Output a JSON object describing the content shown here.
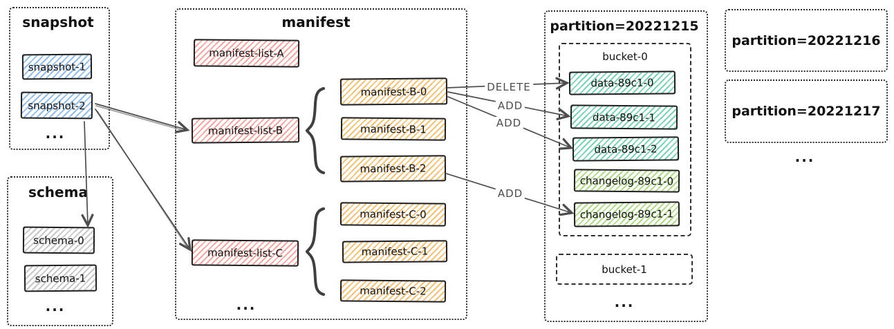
{
  "snapshot": {
    "title": "snapshot",
    "items": [
      "snapshot-1",
      "snapshot-2"
    ],
    "more": "..."
  },
  "schema": {
    "title": "schema",
    "items": [
      "schema-0",
      "schema-1"
    ],
    "more": "..."
  },
  "manifest": {
    "title": "manifest",
    "lists": [
      "manifest-list-A",
      "manifest-list-B",
      "manifest-list-C"
    ],
    "b_items": [
      "manifest-B-0",
      "manifest-B-1",
      "manifest-B-2"
    ],
    "c_items": [
      "manifest-C-0",
      "manifest-C-1",
      "manifest-C-2"
    ],
    "more": "..."
  },
  "partition15": {
    "title": "partition=20221215",
    "bucket0_title": "bucket-0",
    "data_files": [
      "data-89c1-0",
      "data-89c1-1",
      "data-89c1-2"
    ],
    "changelogs": [
      "changelog-89c1-0",
      "changelog-89c1-1"
    ],
    "bucket1_title": "bucket-1",
    "more": "..."
  },
  "partitions_right": {
    "titles": [
      "partition=20221216",
      "partition=20221217"
    ],
    "more": "..."
  },
  "edges": [
    {
      "from": "snapshot-2",
      "to": "manifest-list-B",
      "label": ""
    },
    {
      "from": "snapshot-2",
      "to": "manifest-list-C",
      "label": ""
    },
    {
      "from": "snapshot-2",
      "to": "schema-0",
      "label": ""
    },
    {
      "from": "manifest-B-0",
      "to": "data-89c1-0",
      "label": "DELETE"
    },
    {
      "from": "manifest-B-0",
      "to": "data-89c1-1",
      "label": "ADD"
    },
    {
      "from": "manifest-B-0",
      "to": "data-89c1-2",
      "label": "ADD"
    },
    {
      "from": "manifest-B-2",
      "to": "changelog-89c1-1",
      "label": "ADD"
    }
  ],
  "colors": {
    "snapshot_fill": "#7db2e8",
    "manifest_list_fill": "#f2928c",
    "manifest_fill": "#f0b860",
    "data_fill": "#63cda8",
    "changelog_fill": "#a3d574",
    "schema_fill": "#b9b9b9",
    "stroke": "#1e1e1e",
    "arrow": "#4d4d4d"
  }
}
